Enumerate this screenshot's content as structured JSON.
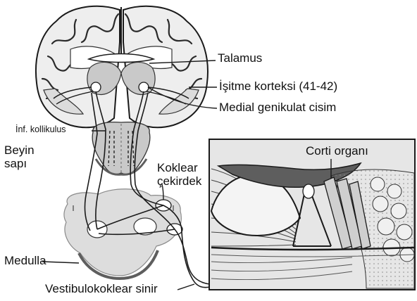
{
  "labels": {
    "thalamus": "Talamus",
    "auditory_cortex": "İşitme korteksi (41-42)",
    "medial_geniculate": "Medial genikulat cisim",
    "inferior_colliculus": "İnf. kollikulus",
    "brainstem_line1": "Beyin",
    "brainstem_line2": "sapı",
    "cochlear_nucleus_line1": "Koklear",
    "cochlear_nucleus_line2": "çekirdek",
    "corti_organ": "Corti organı",
    "medulla": "Medulla",
    "vestibulocochlear_nerve": "Vestibulokoklear sinir"
  },
  "colors": {
    "tissue_gray": "#c9c9c9",
    "dark_gray": "#5e5e5e",
    "line": "#1a1a1a",
    "inset_bg": "#e6e6e6"
  }
}
